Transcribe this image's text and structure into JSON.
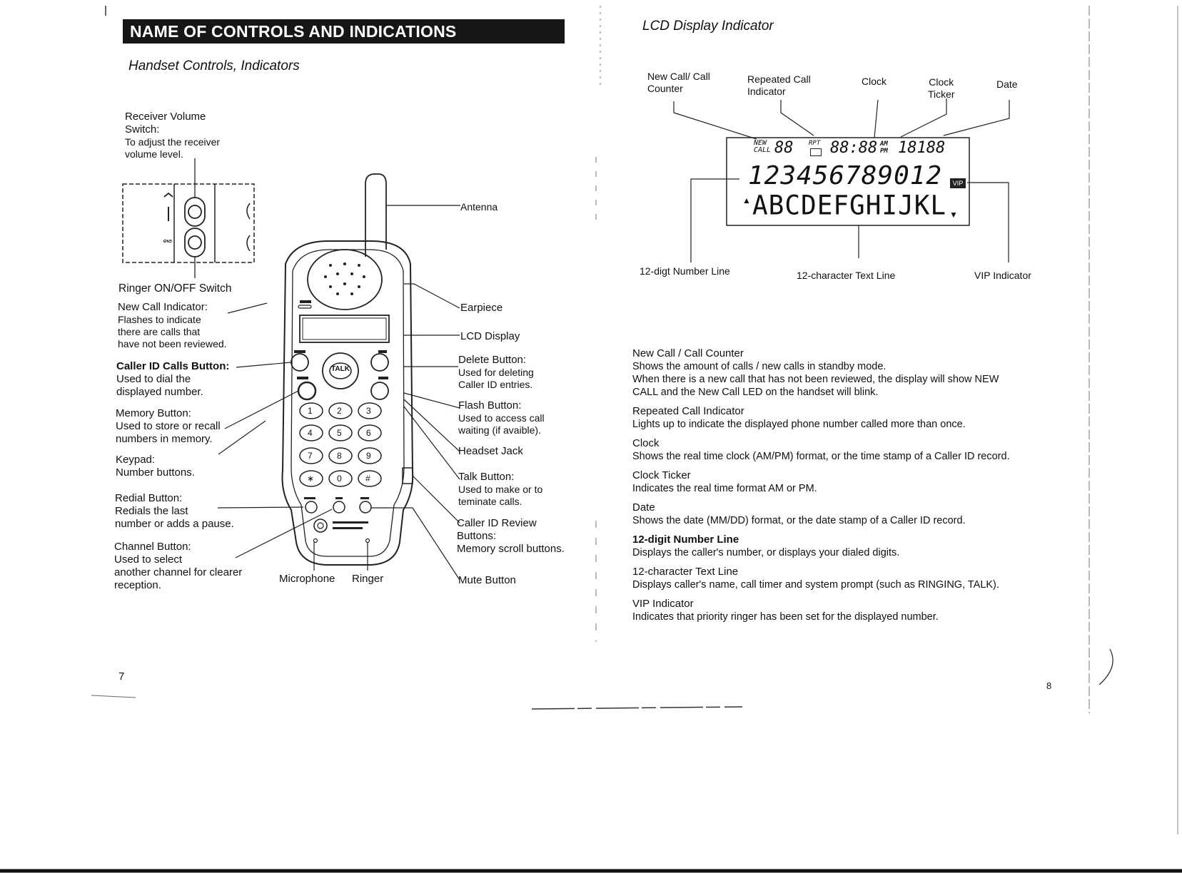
{
  "left_page": {
    "header": "NAME OF CONTROLS AND INDICATIONS",
    "subtitle": "Handset Controls, Indicators",
    "labels": {
      "receiver_volume_title": "Receiver Volume",
      "receiver_volume_switch": "Switch:",
      "receiver_volume_desc1": "To adjust the receiver",
      "receiver_volume_desc2": "volume level.",
      "ringer_switch": "Ringer ON/OFF Switch",
      "new_call_title": "New Call Indicator:",
      "new_call_desc1": "Flashes to indicate",
      "new_call_desc2": "there are calls that",
      "new_call_desc3": "have not been reviewed.",
      "caller_id_calls_title": "Caller ID Calls Button:",
      "caller_id_calls_desc1": "Used to dial the",
      "caller_id_calls_desc2": "displayed number.",
      "memory_title": "Memory Button:",
      "memory_desc1": "Used to store or recall",
      "memory_desc2": "numbers in memory.",
      "keypad_title": "Keypad:",
      "keypad_desc": "Number buttons.",
      "redial_title": "Redial Button:",
      "redial_desc1": "Redials the last",
      "redial_desc2": "number or adds a pause.",
      "channel_title": "Channel Button:",
      "channel_desc1": "Used to select",
      "channel_desc2": "another channel for clearer",
      "channel_desc3": "reception.",
      "microphone": "Microphone",
      "ringer": "Ringer",
      "antenna": "Antenna",
      "earpiece": "Earpiece",
      "lcd_display": "LCD Display",
      "delete_title": "Delete Button:",
      "delete_desc1": "Used for deleting",
      "delete_desc2": "Caller ID entries.",
      "flash_title": "Flash Button:",
      "flash_desc1": "Used  to access call",
      "flash_desc2": "waiting (if avaible).",
      "headset_jack": "Headset Jack",
      "talk_title": "Talk Button:",
      "talk_desc1": "Used to make or to",
      "talk_desc2": "teminate calls.",
      "review_title1": "Caller ID Review",
      "review_title2": "Buttons:",
      "review_desc": "Memory scroll buttons.",
      "mute": "Mute Button"
    },
    "phone_keys": {
      "talk": "TALK",
      "k1": "1",
      "k2": "2",
      "k3": "3",
      "k4": "4",
      "k5": "5",
      "k6": "6",
      "k7": "7",
      "k8": "8",
      "k9": "9",
      "kstar": "∗",
      "k0": "0",
      "khash": "#"
    },
    "page_number": "7"
  },
  "right_page": {
    "title": "LCD Display Indicator",
    "callouts": {
      "new_call_counter_1": "New Call/ Call",
      "new_call_counter_2": "Counter",
      "repeated_call_1": "Repeated Call",
      "repeated_call_2": "Indicator",
      "clock": "Clock",
      "clock_ticker_1": "Clock",
      "clock_ticker_2": "Ticker",
      "date": "Date",
      "number_line": "12-digt Number Line",
      "text_line": "12-character Text Line",
      "vip": "VIP Indicator"
    },
    "lcd": {
      "new": "NEW",
      "call": "CALL",
      "counter": "88",
      "rpt": "RPT",
      "time": "88:88",
      "am": "AM",
      "pm": "PM",
      "date": "18188",
      "digits": "123456789012",
      "vip": "VIP",
      "text": "ABCDEFGHIJKL"
    },
    "descriptions": [
      {
        "heading": "New Call / Call Counter",
        "body": [
          "Shows the amount of calls / new calls in standby mode.",
          "When there is a new call that has not been reviewed, the display will show  NEW",
          "CALL  and the New Call LED on the handset will blink."
        ]
      },
      {
        "heading": "Repeated Call Indicator",
        "body": [
          "Lights up to indicate the displayed phone number called more than once."
        ]
      },
      {
        "heading": "Clock",
        "body": [
          "Shows the real time clock  (AM/PM) format, or the time stamp of a Caller ID record."
        ]
      },
      {
        "heading": "Clock Ticker",
        "body": [
          "Indicates the real time format AM or PM."
        ]
      },
      {
        "heading": "Date",
        "body": [
          "Shows the date (MM/DD) format, or the date stamp of a Caller ID record."
        ]
      },
      {
        "heading": "12-digit Number Line",
        "body": [
          "Displays the caller's number, or displays your dialed digits."
        ]
      },
      {
        "heading": "12-character Text Line",
        "body": [
          "Displays caller's name, call timer and system prompt (such as RINGING, TALK)."
        ]
      },
      {
        "heading": "VIP Indicator",
        "body": [
          "Indicates that priority ringer has been set for the displayed number."
        ]
      }
    ],
    "page_number": "8"
  }
}
